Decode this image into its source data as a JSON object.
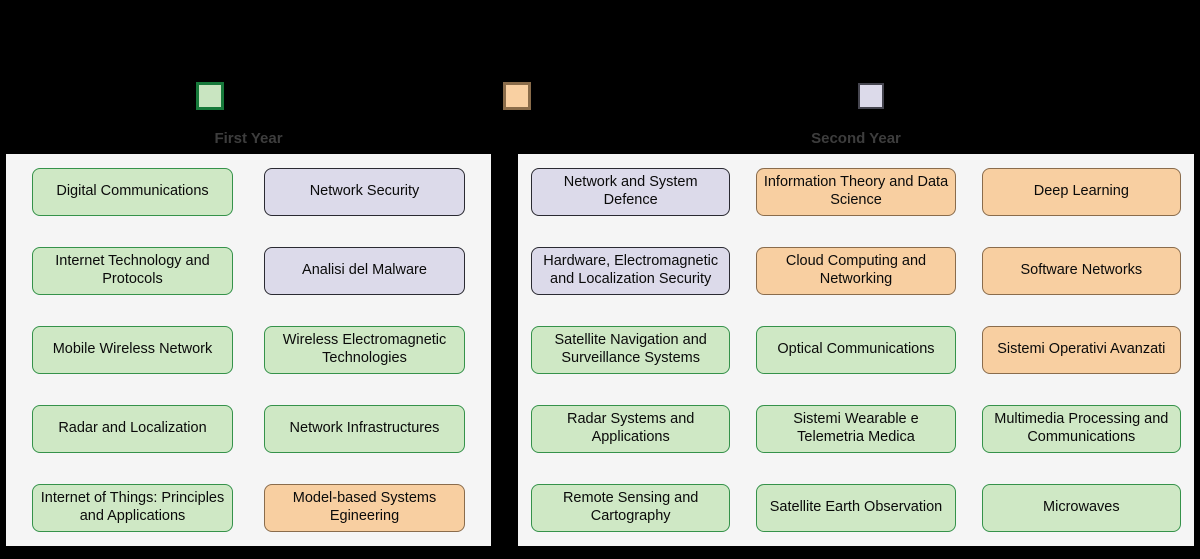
{
  "background_color": "#000000",
  "panel_background": "#f5f5f5",
  "panel_border": "#000000",
  "title_color": "#3d3d3d",
  "colors": {
    "green": {
      "fill": "#cfe8c5",
      "border": "#35924a"
    },
    "purple": {
      "fill": "#dcdaea",
      "border": "#2a2a32"
    },
    "orange": {
      "fill": "#f8cfa1",
      "border": "#8a6c4c"
    }
  },
  "legend": {
    "swatches": [
      {
        "name": "green-swatch",
        "fill": "#c9e5c1",
        "border": "#16793a"
      },
      {
        "name": "orange-swatch",
        "fill": "#f9d0a2",
        "border": "#8a6c4a"
      },
      {
        "name": "purple-swatch",
        "fill": "#dcdaea",
        "border": "#45454f"
      }
    ]
  },
  "panels": [
    {
      "title": "First Year",
      "columns": 2,
      "courses": [
        {
          "label": "Digital Communications",
          "type": "green"
        },
        {
          "label": "Network Security",
          "type": "purple"
        },
        {
          "label": "Internet Technology and Protocols",
          "type": "green"
        },
        {
          "label": "Analisi del Malware",
          "type": "purple"
        },
        {
          "label": "Mobile Wireless Network",
          "type": "green"
        },
        {
          "label": "Wireless Electromagnetic Technologies",
          "type": "green"
        },
        {
          "label": "Radar and Localization",
          "type": "green"
        },
        {
          "label": "Network Infrastructures",
          "type": "green"
        },
        {
          "label": "Internet of Things: Principles and Applications",
          "type": "green"
        },
        {
          "label": "Model-based Systems Egineering",
          "type": "orange"
        }
      ]
    },
    {
      "title": "Second Year",
      "columns": 3,
      "courses": [
        {
          "label": "Network and System Defence",
          "type": "purple"
        },
        {
          "label": "Information Theory and Data Science",
          "type": "orange"
        },
        {
          "label": "Deep Learning",
          "type": "orange"
        },
        {
          "label": "Hardware, Electromagnetic and Localization Security",
          "type": "purple"
        },
        {
          "label": "Cloud Computing and Networking",
          "type": "orange"
        },
        {
          "label": "Software Networks",
          "type": "orange"
        },
        {
          "label": "Satellite Navigation and Surveillance Systems",
          "type": "green"
        },
        {
          "label": "Optical Communications",
          "type": "green"
        },
        {
          "label": "Sistemi Operativi Avanzati",
          "type": "orange"
        },
        {
          "label": "Radar Systems and Applications",
          "type": "green"
        },
        {
          "label": "Sistemi Wearable e Telemetria Medica",
          "type": "green"
        },
        {
          "label": "Multimedia Processing and Communications",
          "type": "green"
        },
        {
          "label": "Remote Sensing and Cartography",
          "type": "green"
        },
        {
          "label": "Satellite Earth Observation",
          "type": "green"
        },
        {
          "label": "Microwaves",
          "type": "green"
        }
      ]
    }
  ]
}
